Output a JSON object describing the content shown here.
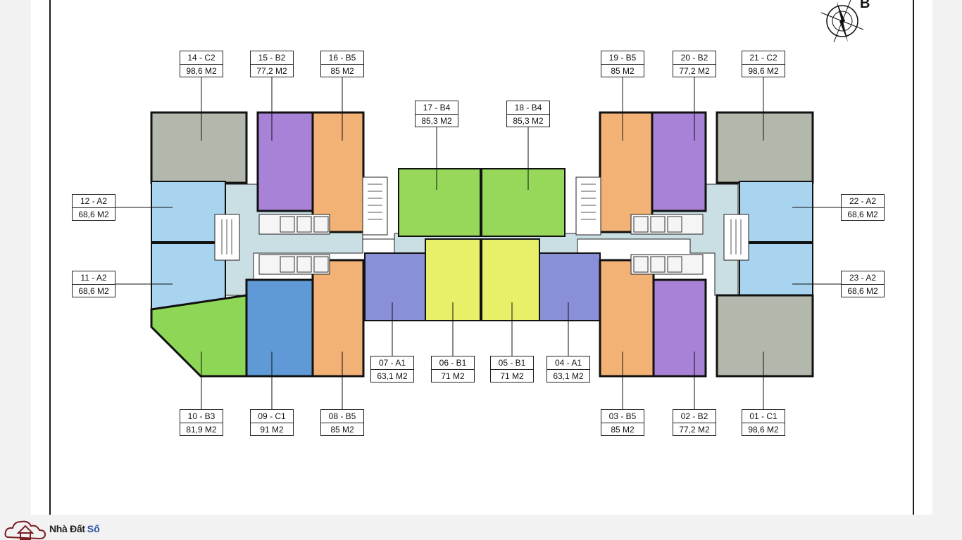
{
  "units": [
    {
      "code": "14 - C2",
      "area": "98,6 M2"
    },
    {
      "code": "15 - B2",
      "area": "77,2 M2"
    },
    {
      "code": "16 - B5",
      "area": "85 M2"
    },
    {
      "code": "17 - B4",
      "area": "85,3 M2"
    },
    {
      "code": "18 - B4",
      "area": "85,3 M2"
    },
    {
      "code": "19 - B5",
      "area": "85 M2"
    },
    {
      "code": "20 - B2",
      "area": "77,2 M2"
    },
    {
      "code": "21 - C2",
      "area": "98,6 M2"
    },
    {
      "code": "12 - A2",
      "area": "68,6 M2"
    },
    {
      "code": "11 - A2",
      "area": "68,6 M2"
    },
    {
      "code": "22 - A2",
      "area": "68,6 M2"
    },
    {
      "code": "23 - A2",
      "area": "68,6 M2"
    },
    {
      "code": "07 - A1",
      "area": "63,1 M2"
    },
    {
      "code": "06 - B1",
      "area": "71 M2"
    },
    {
      "code": "05 - B1",
      "area": "71 M2"
    },
    {
      "code": "04 - A1",
      "area": "63,1 M2"
    },
    {
      "code": "10 - B3",
      "area": "81,9 M2"
    },
    {
      "code": "09 - C1",
      "area": "91 M2"
    },
    {
      "code": "08 - B5",
      "area": "85 M2"
    },
    {
      "code": "03 - B5",
      "area": "85 M2"
    },
    {
      "code": "02 - B2",
      "area": "77,2 M2"
    },
    {
      "code": "01 - C1",
      "area": "98,6 M2"
    }
  ],
  "compass": {
    "letter": "B",
    "icon": "compass-icon"
  },
  "logo": {
    "text_part1": "Nhà Đất",
    "text_part2": "Số",
    "icon": "house-cloud-icon"
  },
  "colors": {
    "C": "#b3b8ac",
    "A2": "#a9d4ef",
    "B2": "#a882d6",
    "B5": "#f2b276",
    "B4": "#97d85a",
    "B1": "#e8f06a",
    "A1": "#8a90d8",
    "B3": "#8ed656",
    "C1": "#5f9ad6",
    "corridor": "#c9dfe4"
  }
}
